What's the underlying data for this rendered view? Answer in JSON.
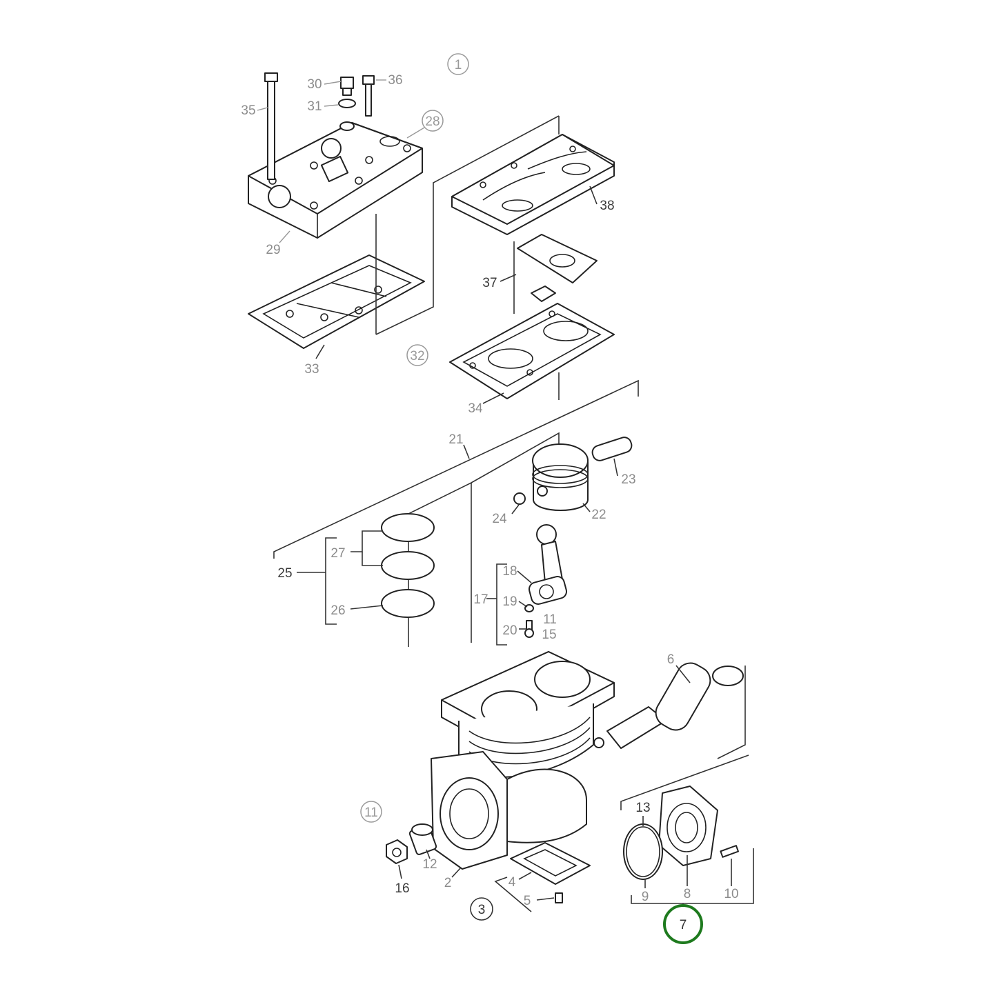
{
  "diagram": {
    "highlight_color": "#1e7a1e",
    "callouts": {
      "c1": "1",
      "c3": "3",
      "c7": "7",
      "c11": "11",
      "c28": "28",
      "c32": "32"
    },
    "labels": {
      "l2": "2",
      "l4": "4",
      "l5": "5",
      "l6": "6",
      "l8": "8",
      "l9": "9",
      "l10": "10",
      "l11b": "11",
      "l12": "12",
      "l13": "13",
      "l15": "15",
      "l16": "16",
      "l17": "17",
      "l18": "18",
      "l19": "19",
      "l20": "20",
      "l21": "21",
      "l22": "22",
      "l23": "23",
      "l24": "24",
      "l25": "25",
      "l26": "26",
      "l27": "27",
      "l29": "29",
      "l30": "30",
      "l31": "31",
      "l33": "33",
      "l34": "34",
      "l35": "35",
      "l36": "36",
      "l37": "37",
      "l38": "38"
    }
  }
}
